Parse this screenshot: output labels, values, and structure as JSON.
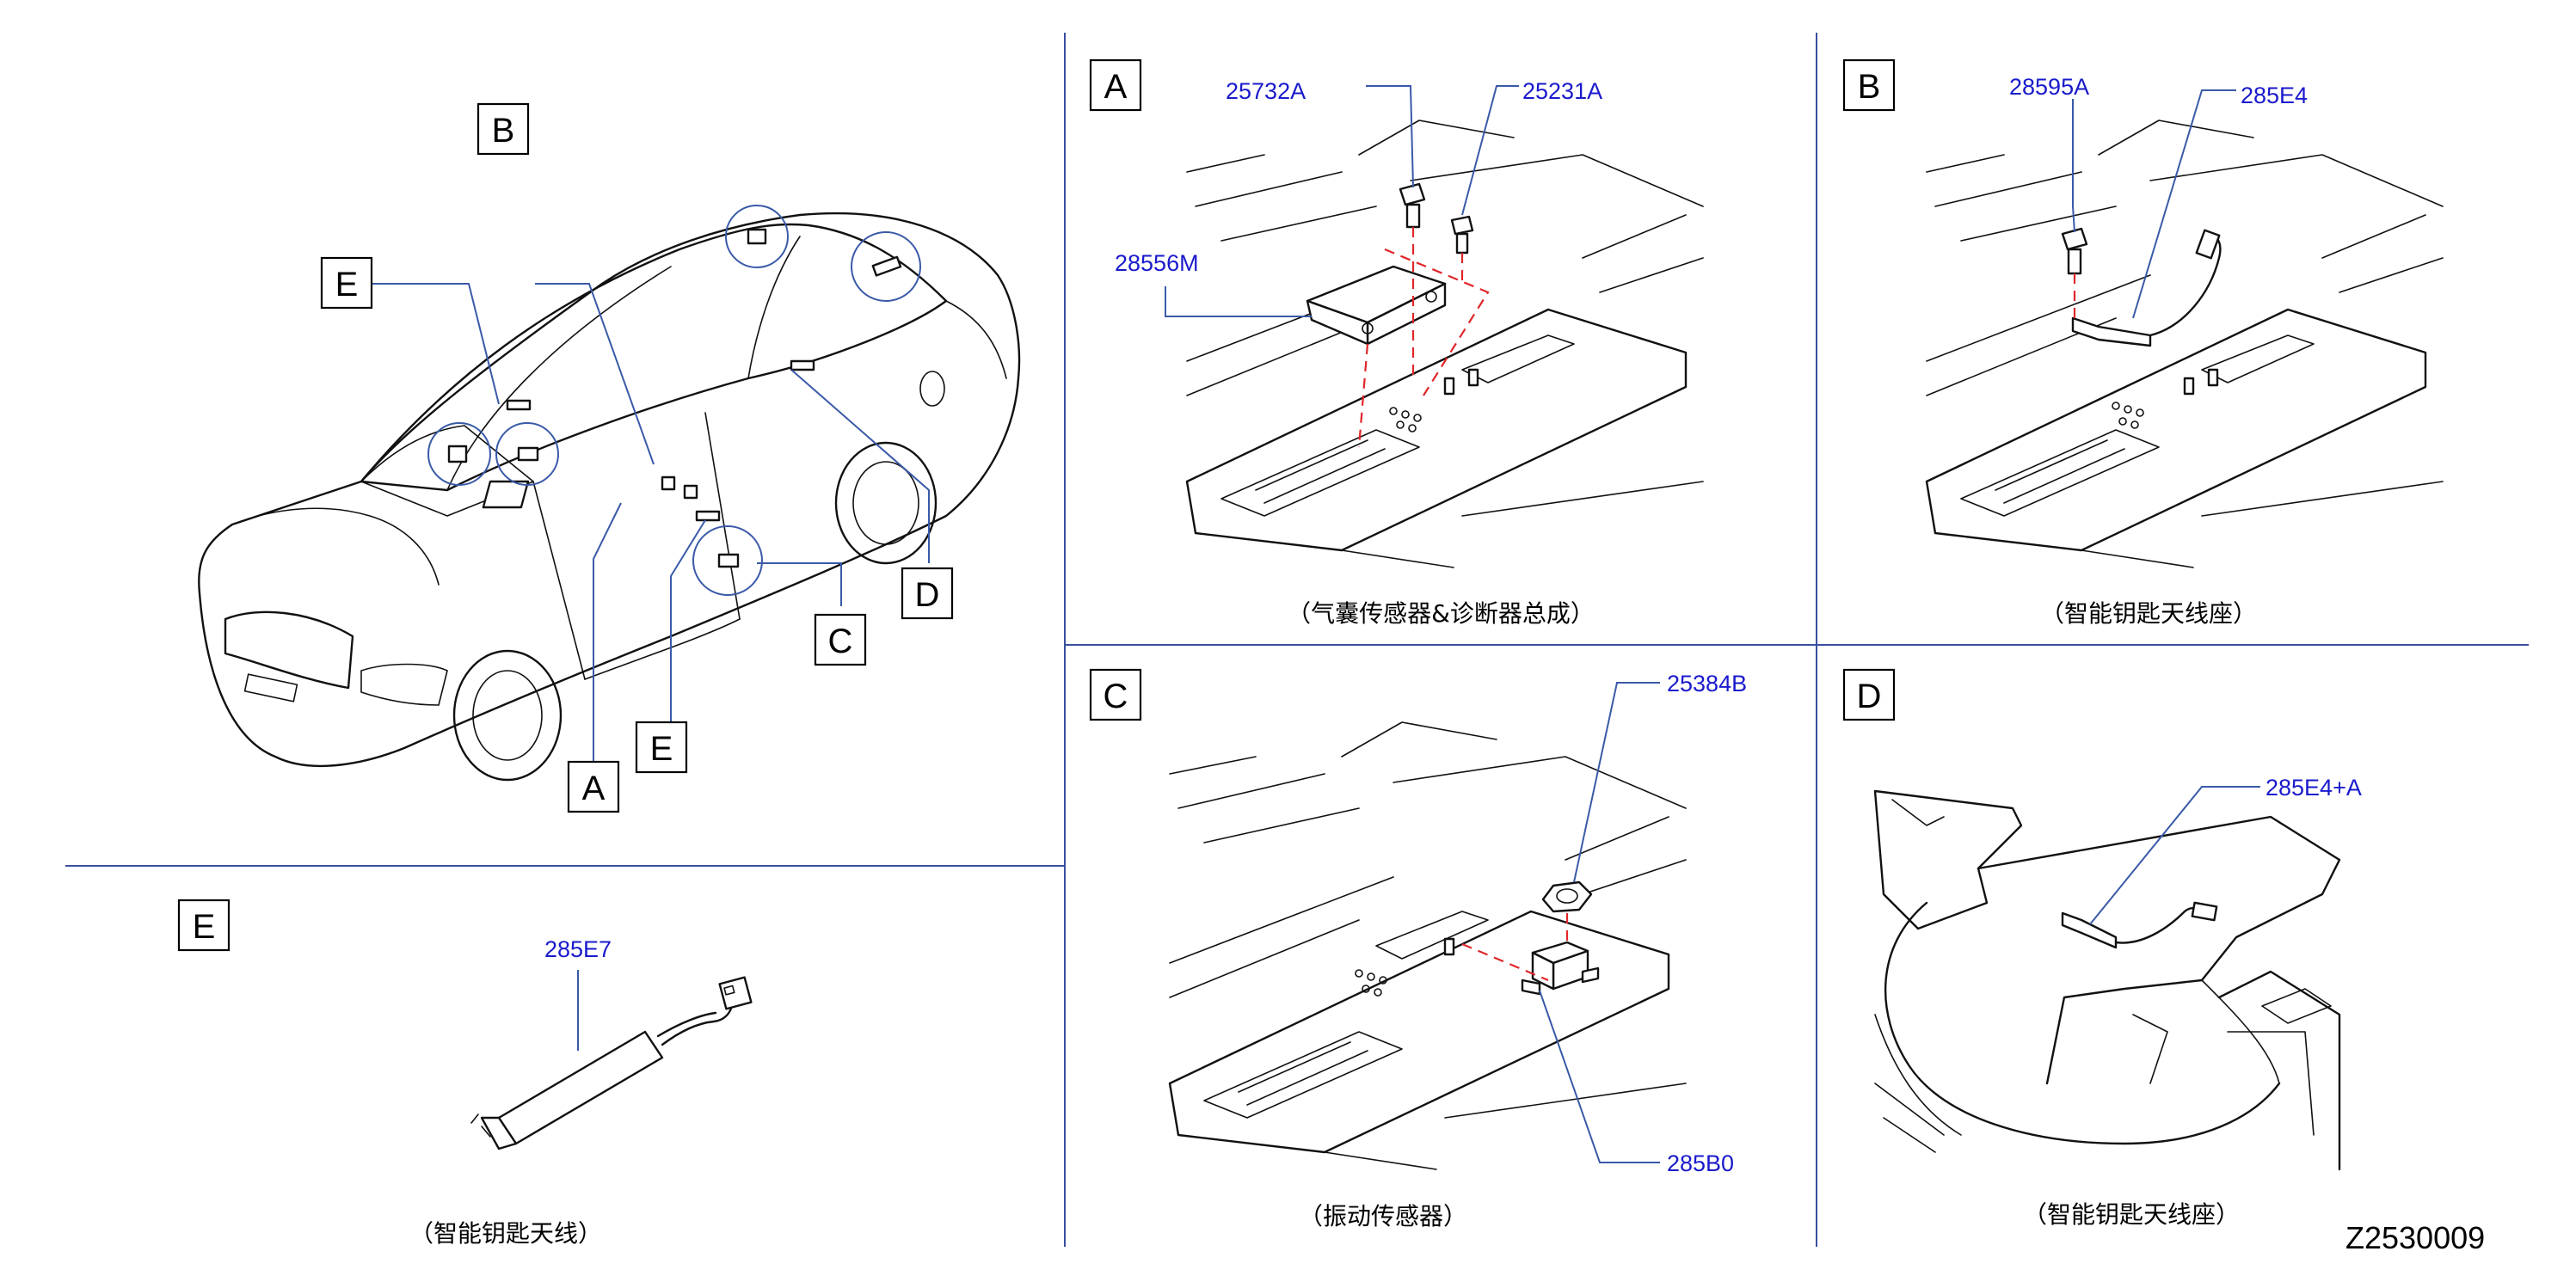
{
  "diagram_id": "Z2530009",
  "overview": {
    "labels": [
      "A",
      "B",
      "C",
      "D",
      "E",
      "E"
    ]
  },
  "sections": {
    "A": {
      "letter": "A",
      "parts": [
        "25732A",
        "25231A",
        "28556M"
      ],
      "caption": "（气囊传感器&诊断器总成）"
    },
    "B": {
      "letter": "B",
      "parts": [
        "28595A",
        "285E4"
      ],
      "caption": "（智能钥匙天线座）"
    },
    "C": {
      "letter": "C",
      "parts": [
        "25384B",
        "285B0"
      ],
      "caption": "（振动传感器）"
    },
    "D": {
      "letter": "D",
      "parts": [
        "285E4+A"
      ],
      "caption": "（智能钥匙天线座）"
    },
    "E": {
      "letter": "E",
      "parts": [
        "285E7"
      ],
      "caption": "（智能钥匙天线）"
    }
  },
  "colors": {
    "part_number": "#1a1acc",
    "divider": "#3a4fa0",
    "leader": "#3a5aa8",
    "alignment_dash": "#e0262a"
  }
}
